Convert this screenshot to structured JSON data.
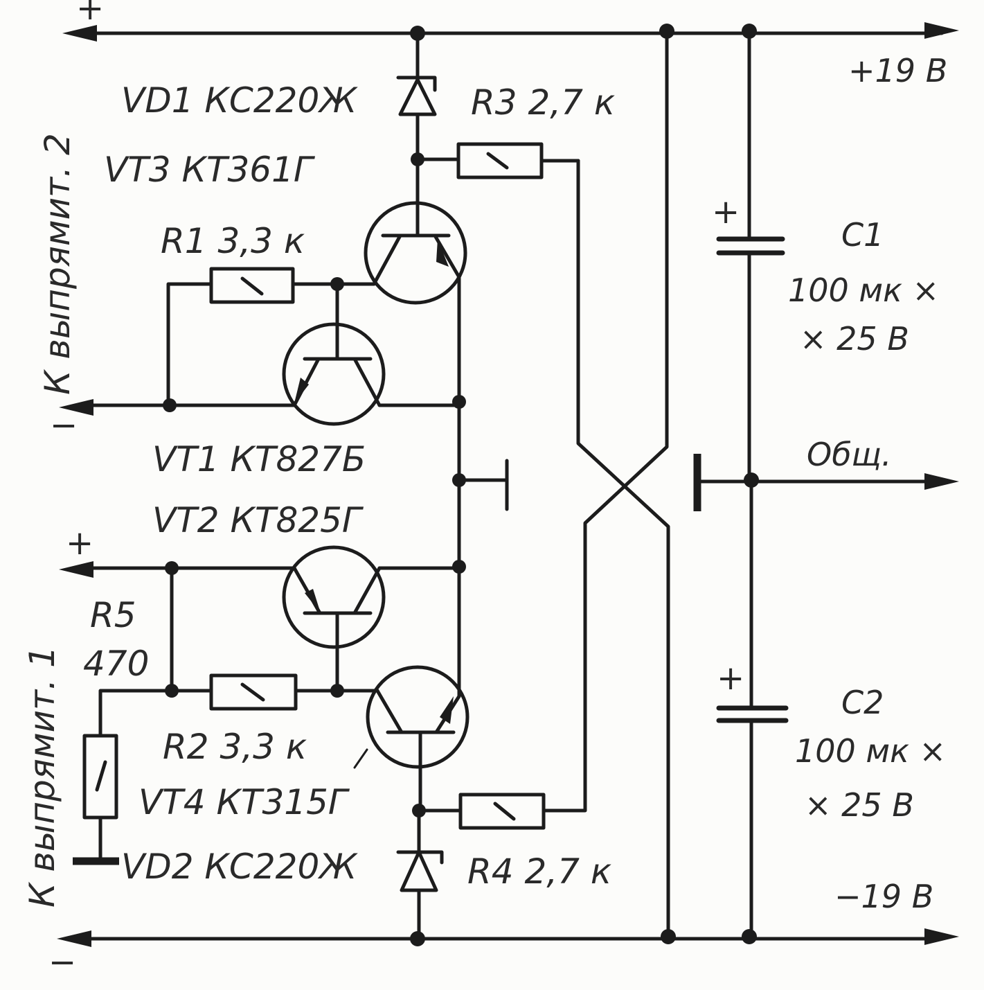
{
  "diagram": {
    "type": "circuit-schematic",
    "rails": {
      "positive": "+19 В",
      "negative": "−19 В",
      "common": "Общ."
    },
    "inputs": {
      "rectifier2": {
        "label": "К выпрямит. 2",
        "plus": "+",
        "minus": "−"
      },
      "rectifier1": {
        "label": "К выпрямит. 1",
        "plus": "+",
        "minus": "−"
      }
    },
    "components": {
      "VD1": {
        "ref": "VD1",
        "part": "КС220Ж",
        "text": "VD1  КС220Ж"
      },
      "VD2": {
        "ref": "VD2",
        "part": "КС220Ж",
        "text": "VD2  КС220Ж"
      },
      "VT1": {
        "ref": "VT1",
        "part": "КТ827Б",
        "text": "VT1  КТ827Б"
      },
      "VT2": {
        "ref": "VT2",
        "part": "КТ825Г",
        "text": "VT2  КТ825Г"
      },
      "VT3": {
        "ref": "VT3",
        "part": "КТ361Г",
        "text": "VT3  КТ361Г"
      },
      "VT4": {
        "ref": "VT4",
        "part": "КТ315Г",
        "text": "VT4  КТ315Г"
      },
      "R1": {
        "ref": "R1",
        "value": "3,3 к",
        "text": "R1  3,3 к"
      },
      "R2": {
        "ref": "R2",
        "value": "3,3 к",
        "text": "R2  3,3 к"
      },
      "R3": {
        "ref": "R3",
        "value": "2,7 к",
        "text": "R3  2,7 к"
      },
      "R4": {
        "ref": "R4",
        "value": "2,7 к",
        "text": "R4  2,7 к"
      },
      "R5": {
        "ref": "R5",
        "value": "470"
      },
      "C1": {
        "ref": "C1",
        "value_line1": "100 мк ×",
        "value_line2": "× 25 В",
        "polarity": "+"
      },
      "C2": {
        "ref": "C2",
        "value_line1": "100 мк ×",
        "value_line2": "× 25 В",
        "polarity": "+"
      }
    }
  }
}
